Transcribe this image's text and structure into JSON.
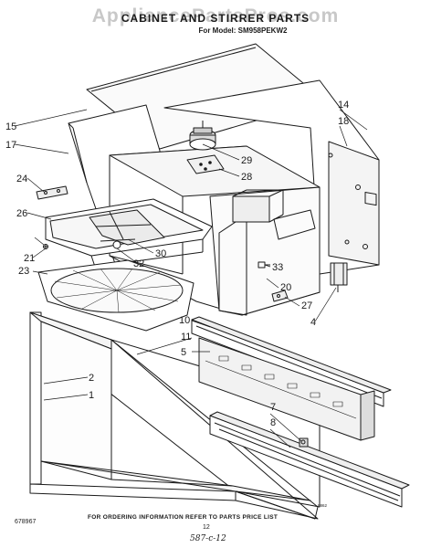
{
  "watermark": "AppliancePartsPros.com",
  "header": {
    "title": "CABINET AND STIRRER PARTS",
    "model": "For Model: SM958PEKW2"
  },
  "callouts": [
    "1",
    "2",
    "4",
    "5",
    "7",
    "8",
    "10",
    "11",
    "14",
    "15",
    "17",
    "18",
    "20",
    "21",
    "23",
    "24",
    "26",
    "27",
    "28",
    "29",
    "30",
    "32",
    "33"
  ],
  "footer": {
    "ordering_note": "FOR ORDERING INFORMATION REFER TO PARTS PRICE LIST",
    "part_number": "678967",
    "page_number": "12",
    "handwritten": "587-c-12",
    "code": "8862"
  }
}
